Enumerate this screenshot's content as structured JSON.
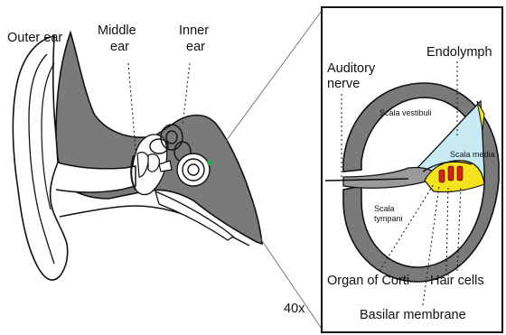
{
  "labels": {
    "outer_ear": "Outer ear",
    "middle_ear_1": "Middle",
    "middle_ear_2": "ear",
    "inner_ear_1": "Inner",
    "inner_ear_2": "ear",
    "endolymph": "Endolymph",
    "auditory_nerve_1": "Auditory",
    "auditory_nerve_2": "nerve",
    "scala_vestibuli": "Scala vestibuli",
    "scala_media": "Scala media",
    "scala_tympani_1": "Scala",
    "scala_tympani_2": "tympani",
    "organ_of_corti": "Organ of Corti",
    "hair_cells": "Hair cells",
    "basilar_membrane": "Basilar membrane",
    "magnification": "40x"
  },
  "colors": {
    "tissue_gray": "#7a7a7a",
    "endolymph_blue": "#c8eaf5",
    "hair_cell_red": "#d9201c",
    "organ_yellow": "#f4e21e",
    "highlight_green": "#2fa84f",
    "outline": "#111111"
  }
}
